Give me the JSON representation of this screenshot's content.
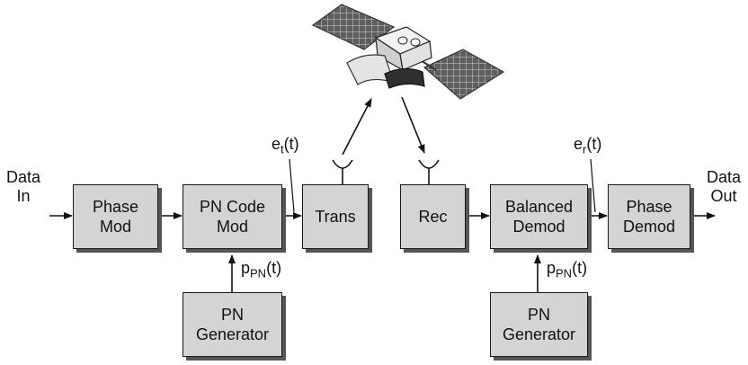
{
  "io": {
    "data_in_line1": "Data",
    "data_in_line2": "In",
    "data_out_line1": "Data",
    "data_out_line2": "Out"
  },
  "blocks": {
    "phase_mod": [
      "Phase",
      "Mod"
    ],
    "pn_code_mod": [
      "PN Code",
      "Mod"
    ],
    "trans": [
      "Trans"
    ],
    "rec": [
      "Rec"
    ],
    "balanced_demod": [
      "Balanced",
      "Demod"
    ],
    "phase_demod": [
      "Phase",
      "Demod"
    ],
    "pn_generator_tx": [
      "PN",
      "Generator"
    ],
    "pn_generator_rx": [
      "PN",
      "Generator"
    ]
  },
  "signals": {
    "et_base": "e",
    "et_sub": "t",
    "et_arg": "(t)",
    "er_base": "e",
    "er_sub": "r",
    "er_arg": "(t)",
    "ppn_tx_base": "p",
    "ppn_tx_sub": "PN",
    "ppn_tx_arg": "(t)",
    "ppn_rx_base": "p",
    "ppn_rx_sub": "PN",
    "ppn_rx_arg": "(t)"
  },
  "colors": {
    "block_fill": "#d4d4d4",
    "block_shadow": "#555555",
    "line": "#111111",
    "satellite_panel": "#6e6e6e",
    "satellite_body": "#e6e6e6",
    "satellite_dish": "#333333"
  }
}
